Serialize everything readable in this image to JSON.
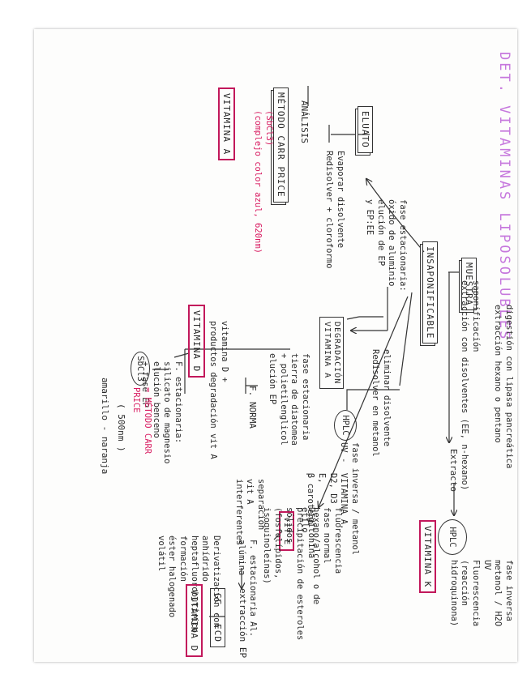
{
  "title": "DET. VITAMINAS LIPOSOLUBLES",
  "nodes": {
    "muestra": "MUESTRA",
    "extraccion_head": "digestión con lipasa pancreática\nextracción hexano o pentano",
    "saponificacion": "saponificación\nextracción con disolventes (EE, n-hexano)",
    "extracto": "Extracto",
    "hplc": "HPLC",
    "hplc_k_text": "fase inversa\nmetanol / H2O\nUV\nFluorescencia\n(reacción\nhidroquinona)",
    "vitamina_k": "VITAMINA K",
    "insaponificable": "INSAPONIFICABLE",
    "fase_estacionaria_eluato": "fase estacionaria:\nóxido de aluminio\nelución de EP\ny EP:EE",
    "eluato": "ELUATO",
    "evaporar_text": "Evaporar disolvente\nRedisolver + cloroformo",
    "analisis": "ANÁLISIS",
    "metodo_carr_price": "MÉTODO CARR PRICE",
    "metodo_carr_price_sub": "(SbCl3)\n(complejo color azul, 620nm)",
    "vitamina_a": "VITAMINA A",
    "eliminar_text": "eliminar disolvente\nRedisolver en metanol",
    "fase_inversa_text": "fase inversa / metanol\nUV -  VITAMINA A,\n      D2, D3\n      E,\n      β caroteno",
    "fluorescencia_text": "fluorescencia\nfase normal\nhexano/alcohol o de\netilo",
    "vit_e": "VIT E",
    "digitonina_text": "Digitonina\nprecipitación de esteroles\nsólidos\n(fosfolípidos,\nisoquinoleínas)",
    "separacion_text": "separación\nvit A\ninterferentes",
    "fase_est_alum_text": "F. estacionaria Al.\nalúmina",
    "derivatizacion_text": "Derivatización con\nanhídrido\nheptafluorobutírico\nformación\néster halogenado\nvolátil",
    "extraccion_ep": "extracción EP",
    "gc_ecd": "GC - ECD",
    "vitamina_d_right": "VITAMINA D",
    "degradacion": "DEGRADACIÓN\nVITAMINA A",
    "degradacion_text": "fase estacionaria\ntierra de diatomea\n+ polietilenglicol\nelución EP",
    "f_norma": "F. NORMA",
    "vitamina_d_left": "VITAMINA D",
    "desc_vit_d": "vitamina D +\nproductos degradación vit A",
    "fase_est_silicato": "F. estacionaria:\nsilicato de magnesio\nelución benceno\n+ fase EP",
    "sbcl3_oval": "SbCl3",
    "metodo_carr_price_2": "= MÉTODO CARR\nPRICE",
    "nm_500": "( 500nm )",
    "amarillo": "amarillo - naranja"
  },
  "colors": {
    "ink": "#2a2a2a",
    "pink": "#d81b60",
    "title_purple": "#c678dd"
  }
}
